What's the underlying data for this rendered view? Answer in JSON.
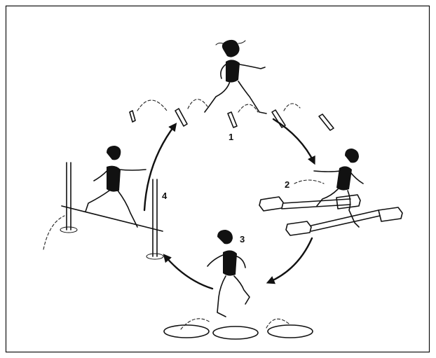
{
  "stations": [
    {
      "number": "1"
    },
    {
      "number": "2"
    },
    {
      "number": "3"
    },
    {
      "number": "4"
    }
  ],
  "colors": {
    "ink": "#111111",
    "background": "#ffffff"
  }
}
